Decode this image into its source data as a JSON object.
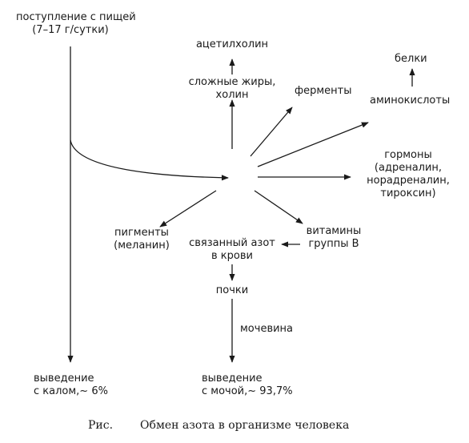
{
  "nodes": {
    "intake": {
      "line1": "поступление с пищей",
      "line2": "(7–17 г/сутки)"
    },
    "acetylcholine": "ацетилхолин",
    "complex_fats": {
      "line1": "сложные жиры,",
      "line2": "холин"
    },
    "enzymes": "ферменты",
    "proteins": "белки",
    "amino_acids": "аминокислоты",
    "hormones": {
      "line1": "гормоны",
      "line2": "(адреналин,",
      "line3": "норадреналин,",
      "line4": "тироксин)"
    },
    "pigments": {
      "line1": "пигменты",
      "line2": "(меланин)"
    },
    "vitamins": {
      "line1": "витамины",
      "line2": "группы В"
    },
    "bound_nitrogen": {
      "line1": "связанный азот",
      "line2": "в крови"
    },
    "kidneys": "почки",
    "urea": "мочевина",
    "excretion_feces": {
      "line1": "выведение",
      "line2": "с калом,~ 6%"
    },
    "excretion_urine": {
      "line1": "выведение",
      "line2": "с мочой,~ 93,7%"
    }
  },
  "caption": {
    "prefix": "Рис.",
    "text": "Обмен азота в организме человека"
  }
}
